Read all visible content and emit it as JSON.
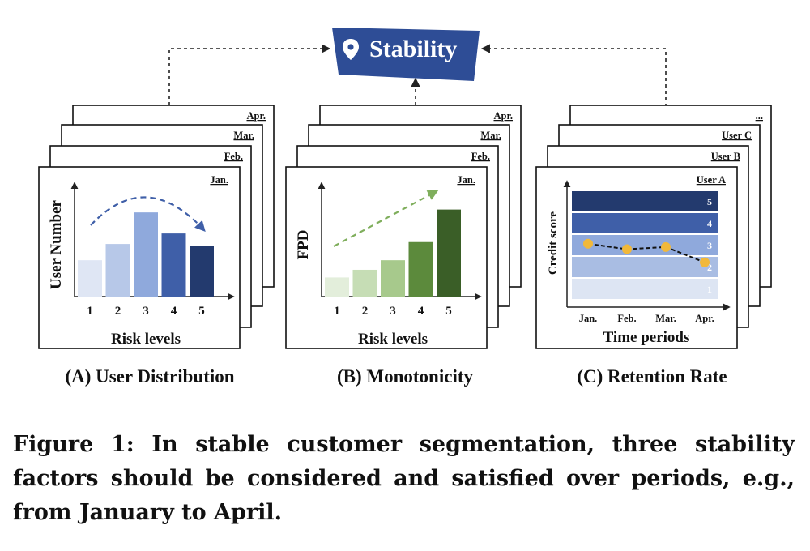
{
  "stability_badge": {
    "label": "Stability",
    "icon": "location-pin-icon",
    "color": "#2e4d96"
  },
  "panels": [
    {
      "id": "A",
      "caption": "(A) User Distribution",
      "y_label": "User Number",
      "x_label": "Risk levels",
      "back_sheets": [
        "Apr.",
        "Mar.",
        "Feb.",
        "Jan."
      ],
      "trend_arrow": "arch",
      "chart_data": {
        "type": "bar",
        "categories": [
          "1",
          "2",
          "3",
          "4",
          "5"
        ],
        "values": [
          0.38,
          0.55,
          0.88,
          0.66,
          0.53
        ],
        "colors": [
          "#dfe6f4",
          "#b7c8e8",
          "#8fa9dc",
          "#3f5fa8",
          "#233a6e"
        ]
      }
    },
    {
      "id": "B",
      "caption": "(B) Monotonicity",
      "y_label": "FPD",
      "x_label": "Risk levels",
      "back_sheets": [
        "Apr.",
        "Mar.",
        "Feb.",
        "Jan."
      ],
      "trend_arrow": "rising",
      "chart_data": {
        "type": "bar",
        "categories": [
          "1",
          "2",
          "3",
          "4",
          "5"
        ],
        "values": [
          0.2,
          0.28,
          0.38,
          0.57,
          0.91
        ],
        "colors": [
          "#e3eedb",
          "#c6ddb5",
          "#a7c98c",
          "#5c8a3c",
          "#3a5e27"
        ]
      }
    },
    {
      "id": "C",
      "caption": "(C) Retention Rate",
      "y_label": "Credit score",
      "x_label": "Time periods",
      "back_sheets": [
        "...",
        "User C",
        "User B",
        "User A"
      ],
      "chart_data": {
        "type": "line",
        "categories": [
          "Jan.",
          "Feb.",
          "Mar.",
          "Apr."
        ],
        "band_labels": [
          "5",
          "4",
          "3",
          "2",
          "1"
        ],
        "band_colors": [
          "#233a6e",
          "#3f5fa8",
          "#8fa9dc",
          "#a9bde3",
          "#dde5f3"
        ],
        "values": [
          3.1,
          2.85,
          2.95,
          2.25
        ],
        "ylim": [
          0.5,
          5.5
        ],
        "point_color": "#f1b83a"
      }
    }
  ],
  "figure_caption": "Figure 1: In stable customer segmentation, three stability factors should be considered and satisfied over periods, e.g., from January to April."
}
